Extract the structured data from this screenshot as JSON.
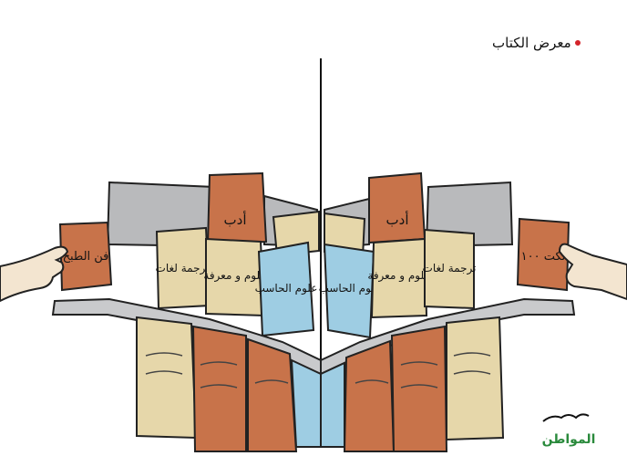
{
  "caption": {
    "title": "معرض الكتاب"
  },
  "left_shelf": {
    "books": [
      {
        "label": "فن الطبخ"
      },
      {
        "label": "ترجمة لغات"
      },
      {
        "label": "علوم و معرفة"
      },
      {
        "label": "أدب"
      },
      {
        "label": "علوم الحاسب"
      }
    ]
  },
  "right_shelf": {
    "books": [
      {
        "label": "علوم الحاسب"
      },
      {
        "label": "علوم و معرفة"
      },
      {
        "label": "أدب"
      },
      {
        "label": "ترجمة لغات"
      },
      {
        "label": "نكت ١٠٠"
      }
    ]
  },
  "logo": {
    "text": "المواطن"
  },
  "colors": {
    "orange_book": "#c8734a",
    "beige_book": "#e6d7aa",
    "blue_book": "#9ecde3",
    "grey_back": "#b9babc",
    "shelf": "#c9cacc",
    "accent_dot": "#d4242a"
  }
}
